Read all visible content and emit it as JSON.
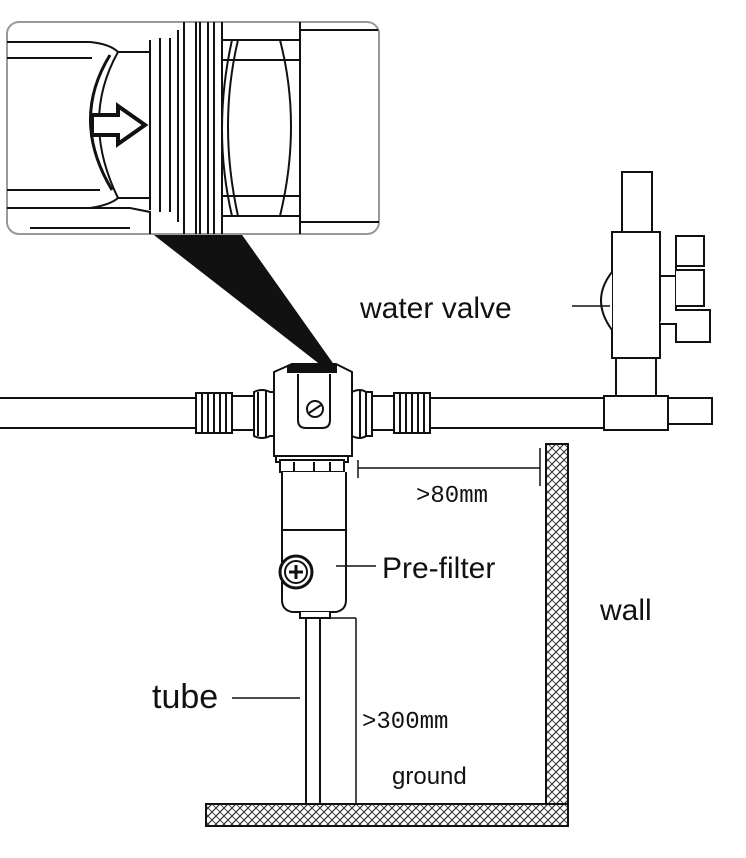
{
  "diagram": {
    "labels": {
      "water_valve": "water valve",
      "clearance_wall": ">80mm",
      "pre_filter": "Pre-filter",
      "wall": "wall",
      "tube": "tube",
      "clearance_ground": ">300mm",
      "ground": "ground"
    },
    "colors": {
      "line": "#111111",
      "background": "#ffffff",
      "hatch": "#333333",
      "zoom_wedge": "#111111"
    },
    "icons": [
      "flow-arrow-icon",
      "filter-dial-icon",
      "valve-handle-icon",
      "screw-icon"
    ]
  }
}
